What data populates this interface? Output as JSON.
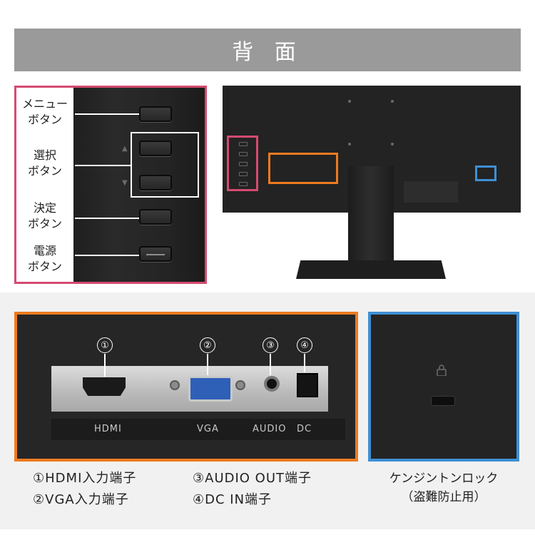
{
  "title": "背 面",
  "buttons_panel": {
    "menu_label_1": "メニュー",
    "menu_label_2": "ボタン",
    "select_label_1": "選択",
    "select_label_2": "ボタン",
    "decide_label_1": "決定",
    "decide_label_2": "ボタン",
    "power_label_1": "電源",
    "power_label_2": "ボタン",
    "up_mark": "▲",
    "down_mark": "▼"
  },
  "ports_panel": {
    "numbers": [
      "①",
      "②",
      "③",
      "④"
    ],
    "labels": [
      "HDMI",
      "VGA",
      "AUDIO",
      "DC"
    ]
  },
  "lock_panel": {
    "lock_icon": "lock-icon"
  },
  "captions": {
    "hdmi": "①HDMI入力端子",
    "vga": "②VGA入力端子",
    "audio": "③AUDIO OUT端子",
    "dc": "④DC IN端子",
    "lock_1": "ケンジントンロック",
    "lock_2": "（盗難防止用）"
  },
  "colors": {
    "pink": "#d54a70",
    "orange": "#ee7b1f",
    "blue": "#3f8fd4",
    "title_bar": "#9a9a9a"
  }
}
